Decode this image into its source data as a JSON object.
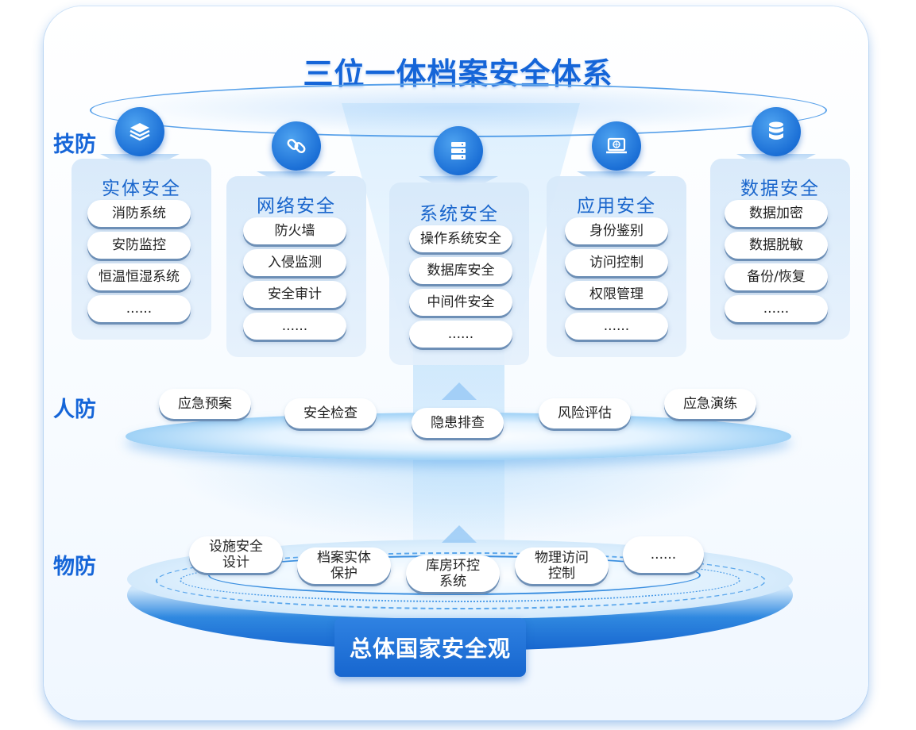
{
  "title": "三位一体档案安全体系",
  "layers": {
    "tech": "技防",
    "human": "人防",
    "physical": "物防"
  },
  "tech_panels": [
    {
      "icon": "stack-layers-icon",
      "title": "实体安全",
      "items": [
        "消防系统",
        "安防监控",
        "恒温恒湿系统",
        "......"
      ]
    },
    {
      "icon": "chain-link-icon",
      "title": "网络安全",
      "items": [
        "防火墙",
        "入侵监测",
        "安全审计",
        "......"
      ]
    },
    {
      "icon": "server-icon",
      "title": "系统安全",
      "items": [
        "操作系统安全",
        "数据库安全",
        "中间件安全",
        "......"
      ]
    },
    {
      "icon": "laptop-globe-icon",
      "title": "应用安全",
      "items": [
        "身份鉴别",
        "访问控制",
        "权限管理",
        "......"
      ]
    },
    {
      "icon": "database-icon",
      "title": "数据安全",
      "items": [
        "数据加密",
        "数据脱敏",
        "备份/恢复",
        "......"
      ]
    }
  ],
  "human_items": [
    "应急预案",
    "安全检查",
    "隐患排查",
    "风险评估",
    "应急演练"
  ],
  "physical_items": [
    {
      "line1": "设施安全",
      "line2": "设计"
    },
    {
      "line1": "档案实体",
      "line2": "保护"
    },
    {
      "line1": "库房环控",
      "line2": "系统"
    },
    {
      "line1": "物理访问",
      "line2": "控制"
    },
    {
      "line1": "......",
      "line2": ""
    }
  ],
  "foundation": "总体国家安全观",
  "colors": {
    "primary": "#1565d8",
    "panel_bg": "#dbeaf9",
    "pill_shadow": "#6d8fb6",
    "foundation_bg": "#1766cf"
  }
}
